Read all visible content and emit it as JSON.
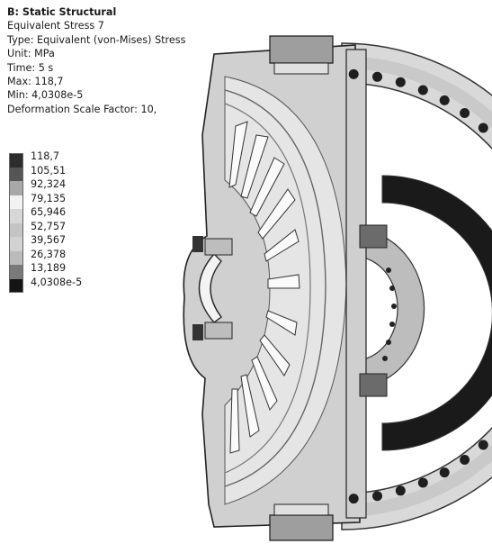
{
  "info": {
    "title": "B: Static Structural",
    "result_name": "Equivalent Stress 7",
    "type": "Type: Equivalent (von-Mises) Stress",
    "unit": "Unit: MPa",
    "time": "Time: 5 s",
    "max": "Max: 118,7",
    "min": "Min: 4,0308e-5",
    "deformation": "Deformation Scale Factor: 10,"
  },
  "legend": [
    {
      "label": "118,7",
      "color": "#2d2d2d"
    },
    {
      "label": "105,51",
      "color": "#555555"
    },
    {
      "label": "92,324",
      "color": "#a8a8a8"
    },
    {
      "label": "79,135",
      "color": "#f2f2f2"
    },
    {
      "label": "65,946",
      "color": "#d7d7d7"
    },
    {
      "label": "52,757",
      "color": "#c4c4c4"
    },
    {
      "label": "39,567",
      "color": "#d2d2d2"
    },
    {
      "label": "26,378",
      "color": "#bbbbbb"
    },
    {
      "label": "13,189",
      "color": "#7a7a7a"
    },
    {
      "label": "4,0308e-5",
      "color": "#141414"
    }
  ],
  "model": {
    "description": "half-section of disc/ring assembly with radial spokes and flange bolts",
    "bolt_count": 28
  }
}
